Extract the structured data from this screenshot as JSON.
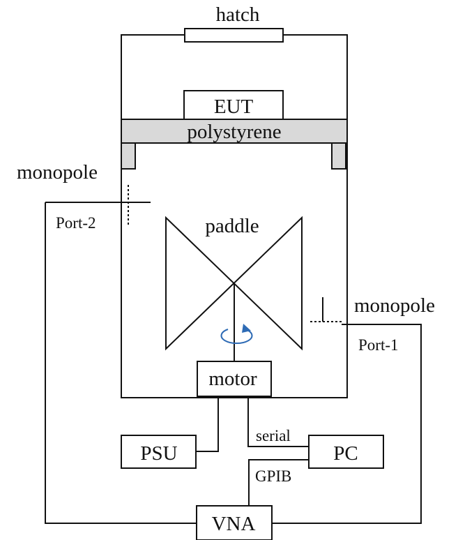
{
  "labels": {
    "hatch": "hatch",
    "eut": "EUT",
    "polystyrene": "polystyrene",
    "monopole_left": "monopole",
    "port2": "Port-2",
    "paddle": "paddle",
    "monopole_right": "monopole",
    "port1": "Port-1",
    "motor": "motor",
    "serial": "serial",
    "psu": "PSU",
    "pc": "PC",
    "gpib": "GPIB",
    "vna": "VNA"
  },
  "colors": {
    "line": "#111111",
    "polystyrene_fill": "#d9d9d9",
    "rotation_arrow": "#2e6bb5",
    "background": "#ffffff"
  },
  "icons": {
    "rotation": "rotation-arrow-icon"
  }
}
